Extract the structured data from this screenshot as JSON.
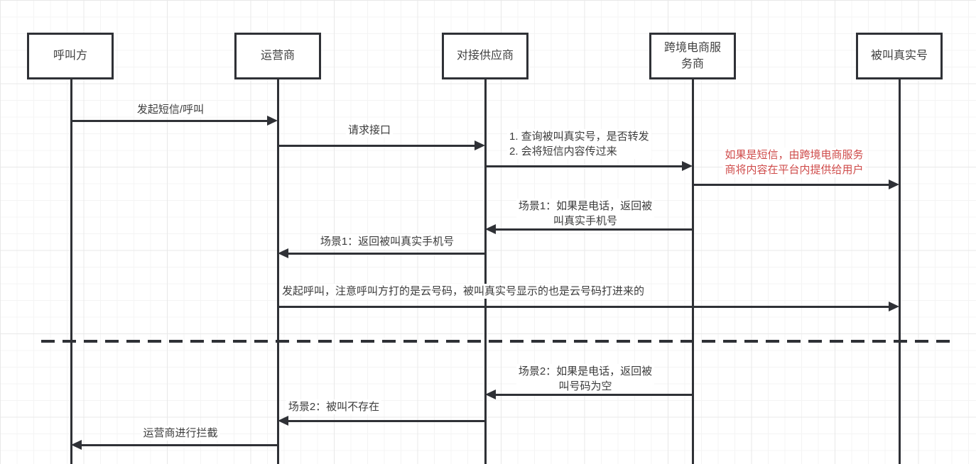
{
  "diagram": {
    "type": "sequence",
    "colors": {
      "stroke": "#2f3136",
      "text": "#3c3c3c",
      "note_red": "#cf4b4a",
      "grid_minor": "#f4f4f4",
      "grid_major": "#e8e8e8",
      "background": "#ffffff"
    },
    "actors": [
      {
        "id": "caller",
        "label": "呼叫方"
      },
      {
        "id": "operator",
        "label": "运营商"
      },
      {
        "id": "supplier",
        "label": "对接供应商"
      },
      {
        "id": "ecommerce",
        "label": "跨境电商服务商"
      },
      {
        "id": "callee",
        "label": "被叫真实号"
      }
    ],
    "messages": [
      {
        "label": "发起短信/呼叫",
        "from": "呼叫方",
        "to": "运营商",
        "direction": "right"
      },
      {
        "label": "请求接口",
        "from": "运营商",
        "to": "对接供应商",
        "direction": "right"
      },
      {
        "label": "1. 查询被叫真实号，是否转发\n2. 会将短信内容传过来",
        "from": "对接供应商",
        "to": "跨境电商服务商",
        "direction": "right"
      },
      {
        "label": "如果是短信，由跨境电商服务\n商将内容在平台内提供给用户",
        "from": "跨境电商服务商",
        "to": "被叫真实号",
        "direction": "right",
        "color": "red"
      },
      {
        "label": "场景1：如果是电话，返回被\n叫真实手机号",
        "from": "跨境电商服务商",
        "to": "对接供应商",
        "direction": "left"
      },
      {
        "label": "场景1：返回被叫真实手机号",
        "from": "对接供应商",
        "to": "运营商",
        "direction": "left"
      },
      {
        "label": "发起呼叫，注意呼叫方打的是云号码，被叫真实号显示的也是云号码打进来的",
        "from": "运营商",
        "to": "被叫真实号",
        "direction": "right"
      },
      {
        "label": "场景2：如果是电话，返回被\n叫号码为空",
        "from": "跨境电商服务商",
        "to": "对接供应商",
        "direction": "left"
      },
      {
        "label": "场景2：被叫不存在",
        "from": "对接供应商",
        "to": "运营商",
        "direction": "left"
      },
      {
        "label": "运营商进行拦截",
        "from": "运营商",
        "to": "呼叫方",
        "direction": "left"
      }
    ],
    "separator": {
      "style": "dashed"
    }
  }
}
